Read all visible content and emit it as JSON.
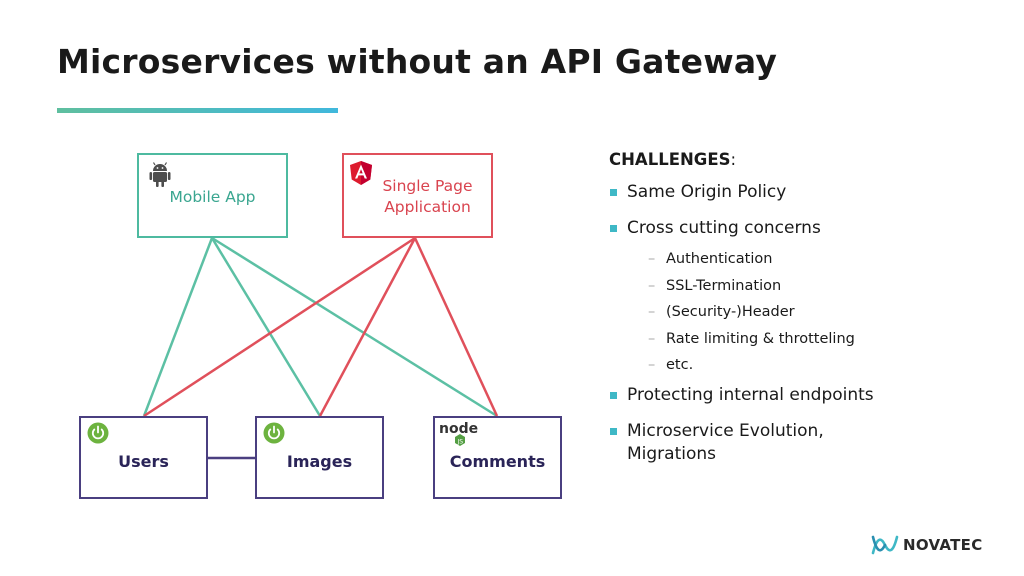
{
  "slide": {
    "title": "Microservices without an API Gateway"
  },
  "clients": {
    "mobile": {
      "label": "Mobile App",
      "icon": "android-icon"
    },
    "spa": {
      "label_line1": "Single Page",
      "label_line2": "Application",
      "icon": "angular-icon"
    }
  },
  "services": {
    "users": {
      "label": "Users",
      "icon": "spring-power-icon"
    },
    "images": {
      "label": "Images",
      "icon": "spring-power-icon"
    },
    "comments": {
      "label": "Comments",
      "icon": "nodejs-icon",
      "icon_text": "node"
    }
  },
  "challenges": {
    "heading": "CHALLENGES",
    "heading_suffix": ":",
    "items": [
      "Same Origin Policy",
      "Cross cutting concerns",
      "Protecting internal endpoints",
      "Microservice Evolution, Migrations"
    ],
    "sub_items": [
      "Authentication",
      "SSL-Termination",
      "(Security-)Header",
      "Rate limiting & throtteling",
      "etc."
    ],
    "sub_marker": "–"
  },
  "brand": {
    "name": "NOVATEC"
  },
  "colors": {
    "green": "#4dbaa0",
    "red": "#e0505b",
    "navy": "#4a3f80",
    "accent": "#3fb8c6"
  }
}
